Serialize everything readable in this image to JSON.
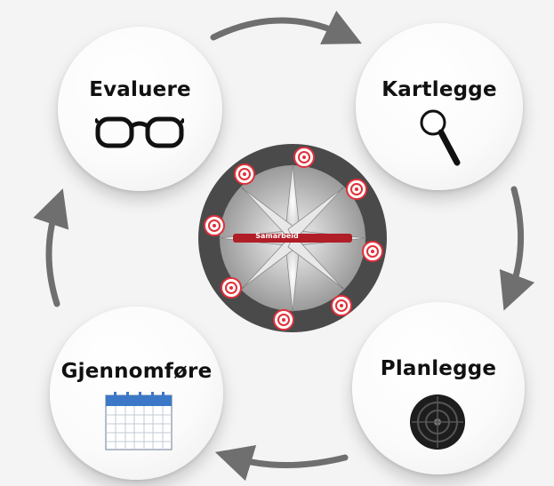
{
  "cycle": {
    "center_label": "Samarbeid",
    "steps": [
      {
        "label": "Evaluere",
        "icon": "glasses-icon"
      },
      {
        "label": "Kartlegge",
        "icon": "magnifier-icon"
      },
      {
        "label": "Planlegge",
        "icon": "target-icon"
      },
      {
        "label": "Gjennomføre",
        "icon": "calendar-icon"
      }
    ]
  },
  "colors": {
    "node_bg": "#ffffff",
    "arrow": "#6f6f6f",
    "compass_ring": "#555555",
    "target_red": "#e0303a"
  }
}
